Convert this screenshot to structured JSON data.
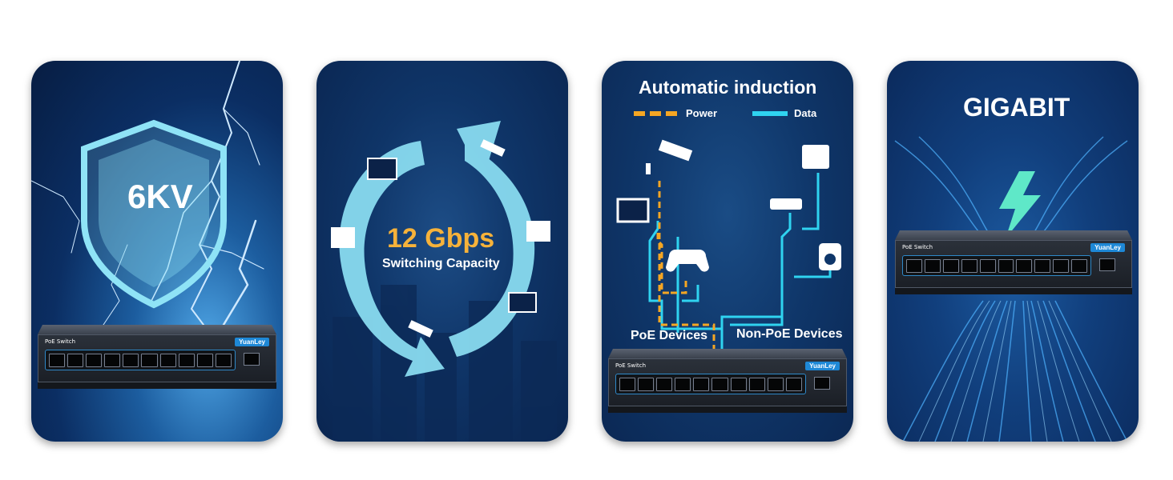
{
  "cards": [
    {
      "headline": "6KV"
    },
    {
      "value": "12 Gbps",
      "caption": "Switching Capacity"
    },
    {
      "title": "Automatic induction",
      "legend": [
        {
          "label": "Power",
          "color": "#f5a623",
          "style": "dashed"
        },
        {
          "label": "Data",
          "color": "#2fd3f0",
          "style": "solid"
        }
      ],
      "poe_label": "PoE Devices",
      "nonpoe_label": "Non-PoE Devices"
    },
    {
      "headline": "GIGABIT"
    }
  ],
  "switch": {
    "model_strip": "PoE Switch",
    "brand": "YuanLey"
  },
  "colors": {
    "accent_orange": "#f5a623",
    "accent_cyan": "#2fd3f0",
    "shield": "#8fe3f6",
    "gbps": "#f6b23a"
  }
}
